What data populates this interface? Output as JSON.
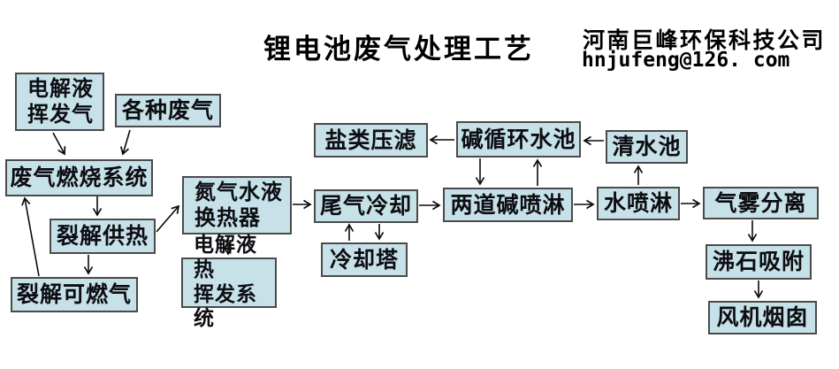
{
  "header": {
    "title": "锂电池废气处理工艺",
    "company_name": "河南巨峰环保科技公司",
    "company_email": "hnjufeng@126. com"
  },
  "colors": {
    "node_fill": "#c6e2e8",
    "node_border": "#4a4a4a",
    "text": "#000000",
    "arrow": "#0a0a0a"
  },
  "flowchart": {
    "nodes": [
      {
        "id": "electrolyte-vapor",
        "label": "电解液\n挥发气"
      },
      {
        "id": "various-waste-gas",
        "label": "各种废气"
      },
      {
        "id": "waste-gas-combustion",
        "label": "废气燃烧系统"
      },
      {
        "id": "pyrolysis-heating",
        "label": "裂解供热"
      },
      {
        "id": "pyrolysis-fuel-gas",
        "label": "裂解可燃气"
      },
      {
        "id": "nitrogen-water-heat-exchanger",
        "label": "氮气水液\n换热器"
      },
      {
        "id": "electrolyte-thermal-evaporation",
        "label": "电解液热\n挥发系统"
      },
      {
        "id": "salt-filter-press",
        "label": "盐类压滤"
      },
      {
        "id": "alkali-circulation-pool",
        "label": "碱循环水池"
      },
      {
        "id": "clean-water-pool",
        "label": "清水池"
      },
      {
        "id": "tail-gas-cooling",
        "label": "尾气冷却"
      },
      {
        "id": "cooling-tower",
        "label": "冷却塔"
      },
      {
        "id": "double-alkali-spray",
        "label": "两道碱喷淋"
      },
      {
        "id": "water-spray",
        "label": "水喷淋"
      },
      {
        "id": "gas-mist-separation",
        "label": "气雾分离"
      },
      {
        "id": "zeolite-adsorption",
        "label": "沸石吸附"
      },
      {
        "id": "fan-chimney",
        "label": "风机烟囱"
      }
    ],
    "edges": [
      {
        "from": "electrolyte-vapor",
        "to": "waste-gas-combustion"
      },
      {
        "from": "various-waste-gas",
        "to": "waste-gas-combustion"
      },
      {
        "from": "waste-gas-combustion",
        "to": "pyrolysis-heating"
      },
      {
        "from": "pyrolysis-heating",
        "to": "pyrolysis-fuel-gas"
      },
      {
        "from": "pyrolysis-fuel-gas",
        "to": "waste-gas-combustion"
      },
      {
        "from": "pyrolysis-heating",
        "to": "nitrogen-water-heat-exchanger"
      },
      {
        "from": "nitrogen-water-heat-exchanger",
        "to": "electrolyte-thermal-evaporation"
      },
      {
        "from": "nitrogen-water-heat-exchanger",
        "to": "tail-gas-cooling"
      },
      {
        "from": "cooling-tower",
        "to": "tail-gas-cooling"
      },
      {
        "from": "tail-gas-cooling",
        "to": "cooling-tower"
      },
      {
        "from": "tail-gas-cooling",
        "to": "double-alkali-spray"
      },
      {
        "from": "alkali-circulation-pool",
        "to": "double-alkali-spray"
      },
      {
        "from": "double-alkali-spray",
        "to": "alkali-circulation-pool"
      },
      {
        "from": "alkali-circulation-pool",
        "to": "salt-filter-press"
      },
      {
        "from": "clean-water-pool",
        "to": "alkali-circulation-pool"
      },
      {
        "from": "water-spray",
        "to": "clean-water-pool"
      },
      {
        "from": "double-alkali-spray",
        "to": "water-spray"
      },
      {
        "from": "water-spray",
        "to": "gas-mist-separation"
      },
      {
        "from": "gas-mist-separation",
        "to": "zeolite-adsorption"
      },
      {
        "from": "zeolite-adsorption",
        "to": "fan-chimney"
      }
    ]
  }
}
